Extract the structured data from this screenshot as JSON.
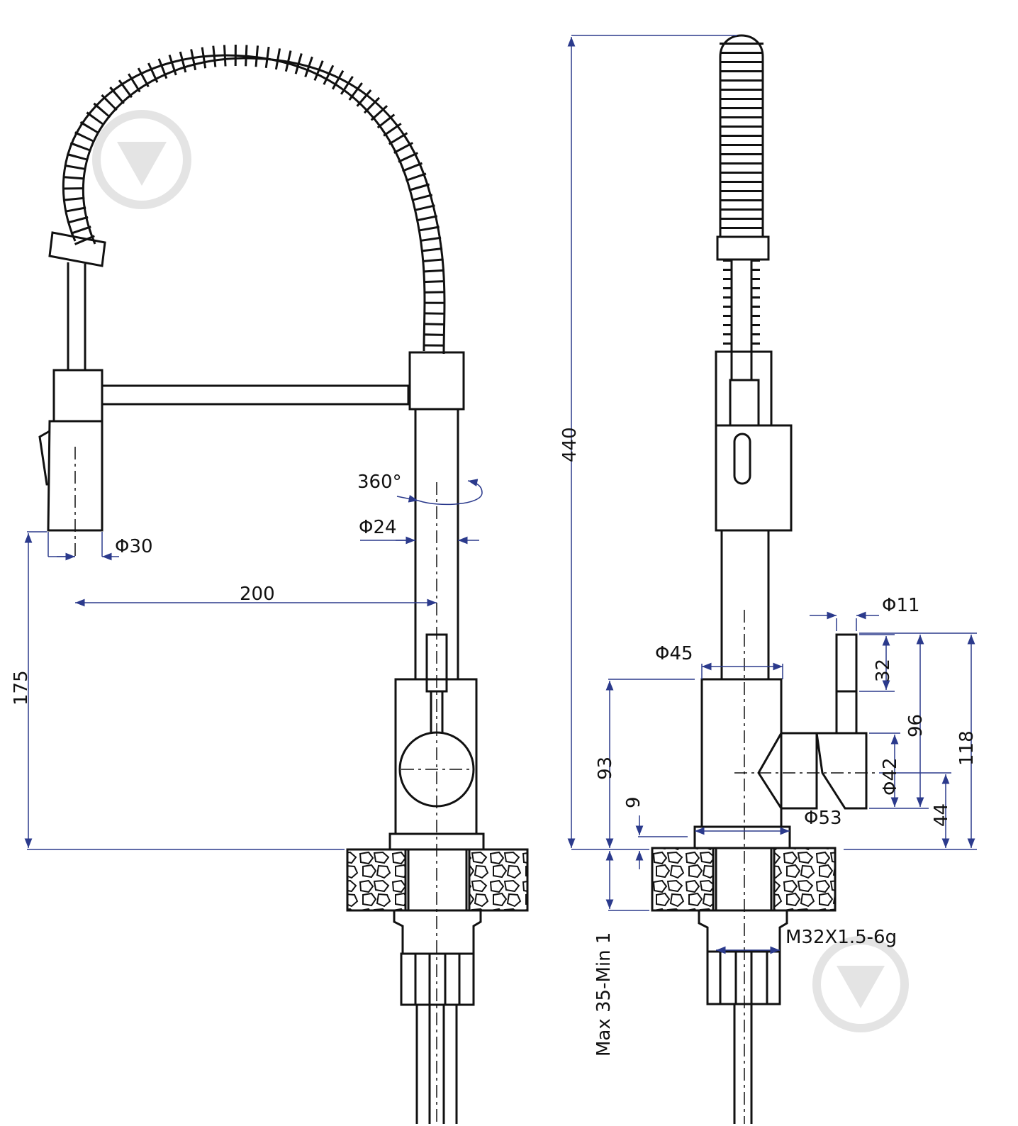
{
  "colors": {
    "outline": "#111111",
    "dimension": "#2b3a8c",
    "watermark": "#e4e4e4",
    "background": "#ffffff"
  },
  "icons": [
    "download-watermark-icon",
    "download-watermark-icon"
  ],
  "front_view": {
    "angle_label": "360°",
    "d24_label": "Φ24",
    "d30_label": "Φ30",
    "reach_label": "200",
    "height_label": "175"
  },
  "side_view": {
    "total_height_label": "440",
    "d11_label": "Φ11",
    "d45_label": "Φ45",
    "h32_label": "32",
    "h96_label": "96",
    "h118_label": "118",
    "h93_label": "93",
    "h9_label": "9",
    "d42_label": "Φ42",
    "h44_label": "44",
    "d53_label": "Φ53",
    "thread_label": "M32X1.5-6g",
    "counter_label": "Max 35-Min 1"
  }
}
